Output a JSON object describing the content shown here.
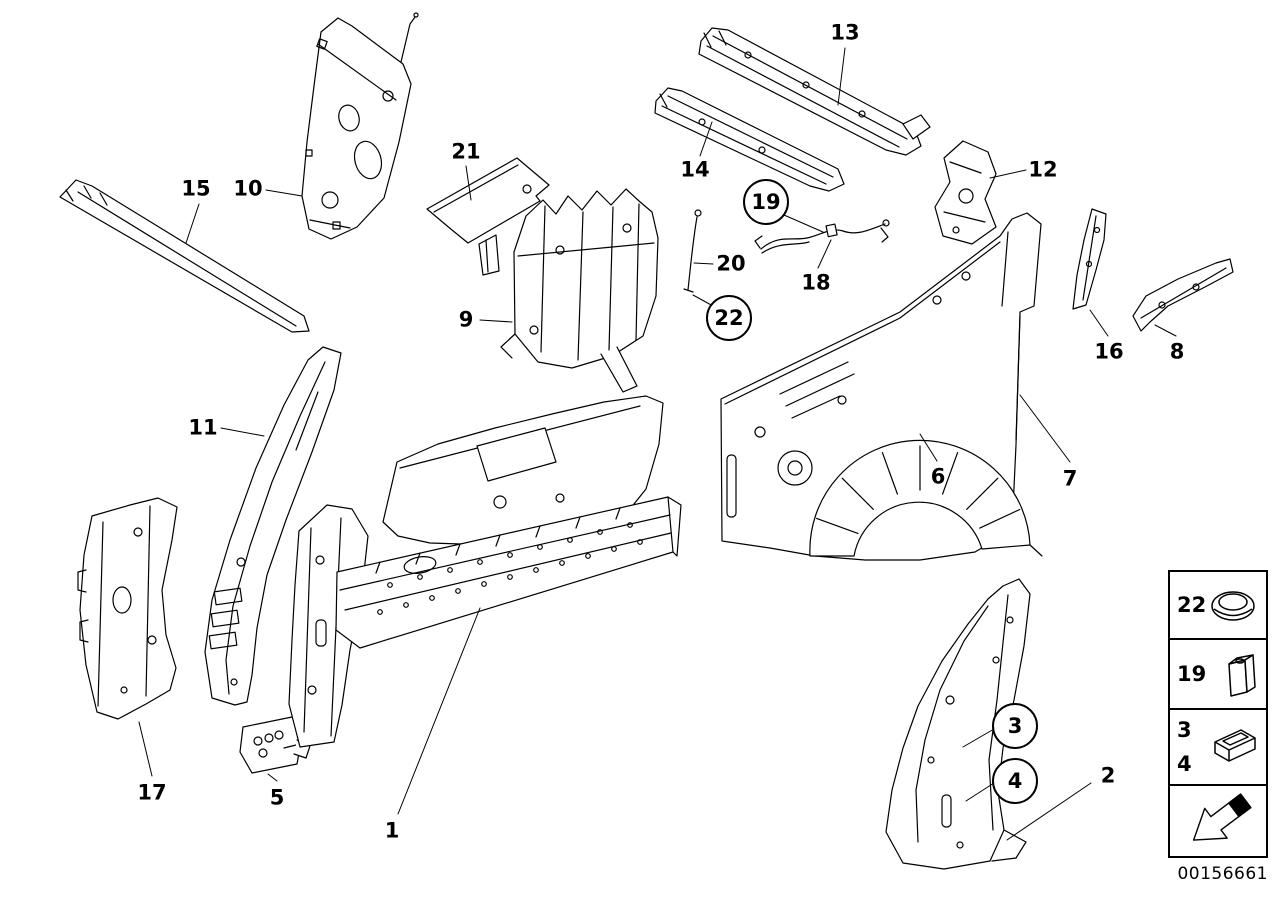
{
  "colors": {
    "line": "#000000",
    "background": "#ffffff"
  },
  "callouts": {
    "c1": "1",
    "c2": "2",
    "c3": "3",
    "c4": "4",
    "c5": "5",
    "c6": "6",
    "c7": "7",
    "c8": "8",
    "c9": "9",
    "c10": "10",
    "c11": "11",
    "c12": "12",
    "c13": "13",
    "c14": "14",
    "c15": "15",
    "c16": "16",
    "c17": "17",
    "c18": "18",
    "c19": "19",
    "c20": "20",
    "c21": "21",
    "c22": "22"
  },
  "legend": {
    "grommet_label": "22",
    "clip_label": "19",
    "bracket_label_a": "3",
    "bracket_label_b": "4"
  },
  "doc_number": "00156661"
}
